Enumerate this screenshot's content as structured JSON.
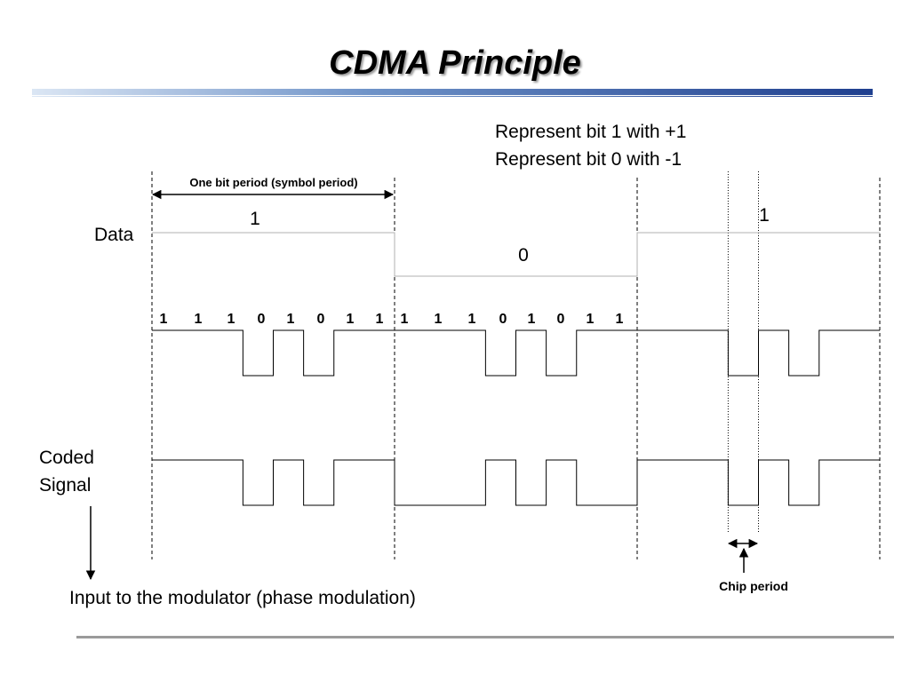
{
  "title": "CDMA Principle",
  "legend": {
    "line1": "Represent bit 1 with +1",
    "line2": "Represent bit 0 with -1"
  },
  "bit_period_label": "One bit period (symbol period)",
  "data_label": "Data",
  "coded_signal_label": [
    "Coded",
    "Signal"
  ],
  "modulator_label": "Input to the modulator (phase modulation)",
  "chip_period_label": "Chip period",
  "data_bits": [
    1,
    0,
    1
  ],
  "spreading_code": [
    1,
    1,
    1,
    0,
    1,
    0,
    1,
    1
  ],
  "code_bit_labels": [
    "1",
    "1",
    "1",
    "0",
    "1",
    "0",
    "1",
    "1",
    "1",
    "1",
    "1",
    "0",
    "1",
    "0",
    "1",
    "1"
  ],
  "data_bit_labels": [
    "1",
    "0",
    "1"
  ]
}
